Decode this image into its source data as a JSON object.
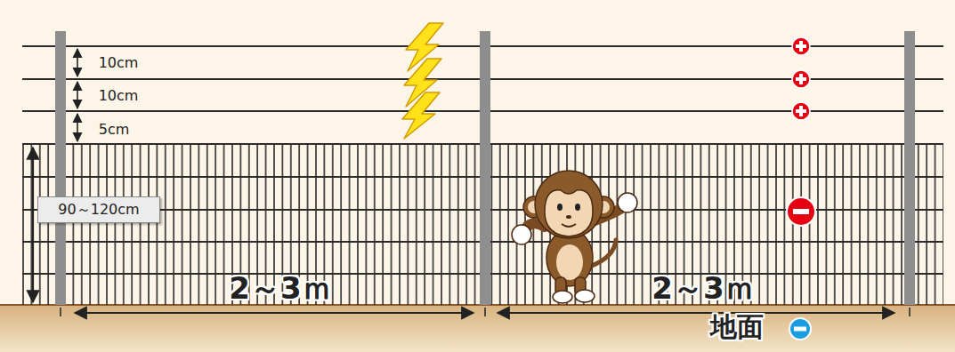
{
  "diagram": {
    "nodes": [
      {
        "text": [
          "90～120cm"
        ]
      }
    ],
    "labels": [
      "10cm",
      "10cm",
      "5cm",
      "2～3ｍ",
      "2～3ｍ",
      "地面"
    ]
  }
}
